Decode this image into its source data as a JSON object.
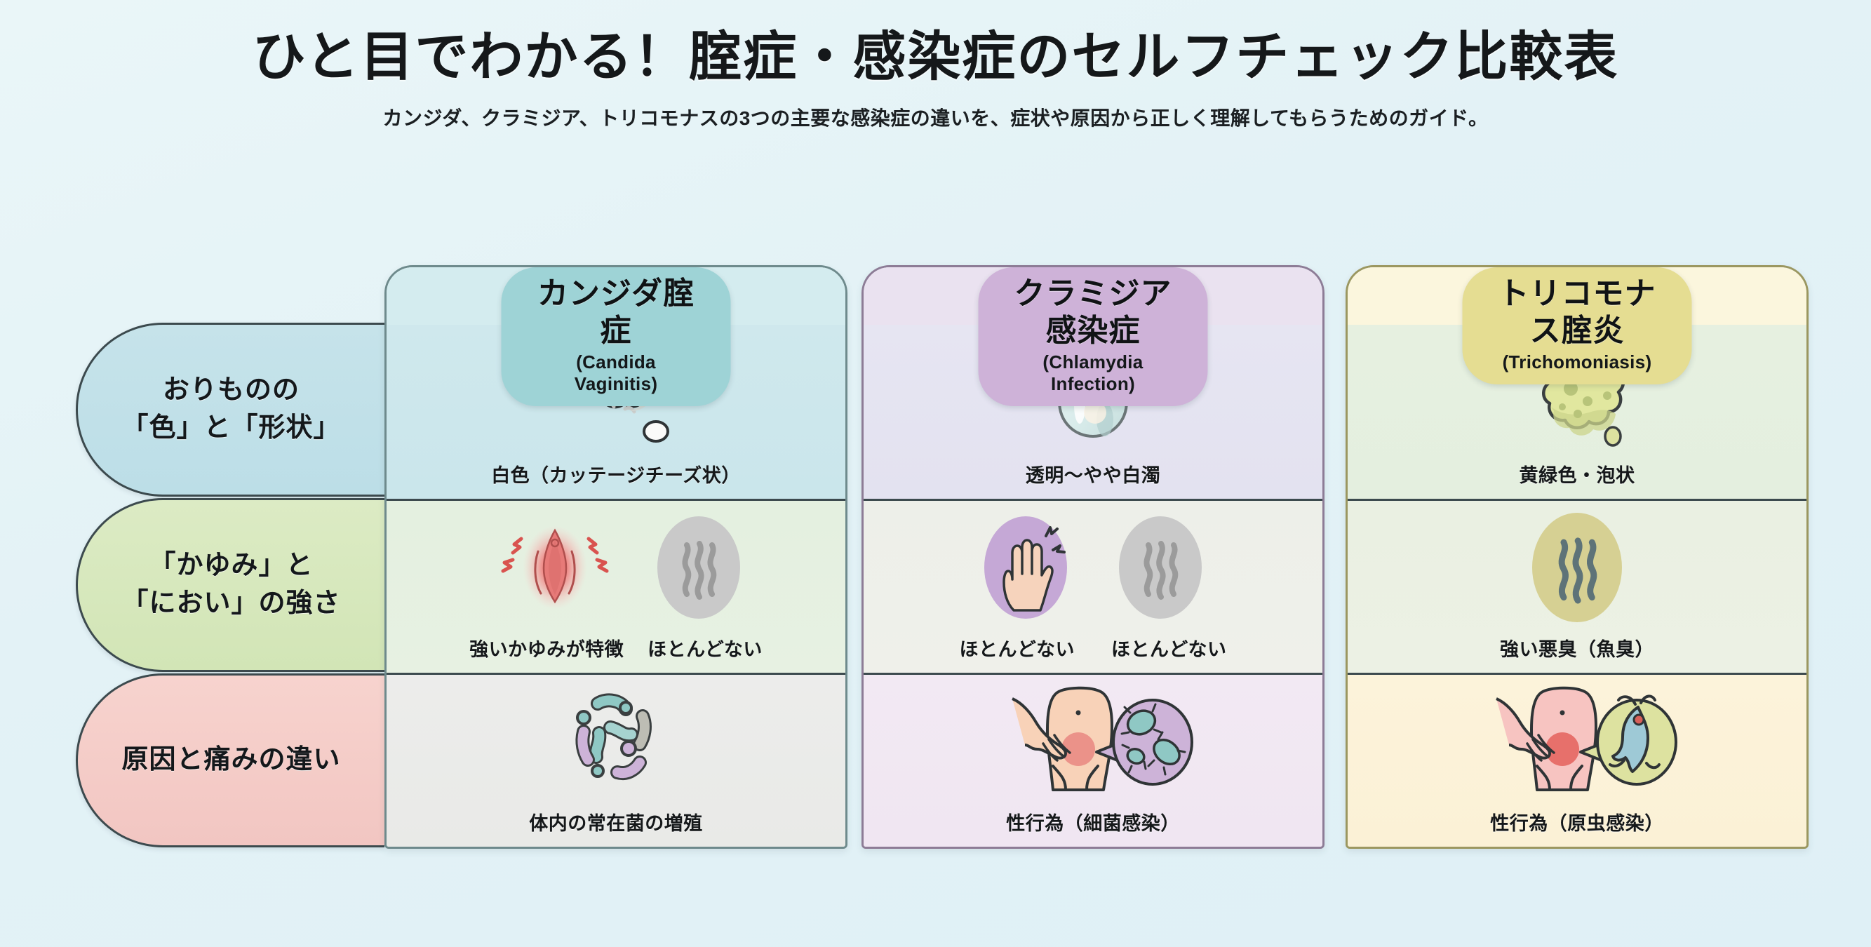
{
  "header": {
    "title": "ひと目でわかる！腟症・感染症のセルフチェック比較表",
    "subtitle": "カンジダ、クラミジア、トリコモナスの3つの主要な感染症の違いを、症状や原因から正しく理解してもらうためのガイド。"
  },
  "colors": {
    "background": "#e4f1f6",
    "candida_accent": "#9ed3d6",
    "chlamydia_accent": "#ceb2d8",
    "trichomonas_accent": "#e5dd92",
    "row1_label_bg": "#bfdfe6",
    "row2_label_bg": "#d6e6bd",
    "row3_label_bg": "#f4ccc8",
    "border": "#3c4a4e"
  },
  "rows": [
    {
      "id": "discharge",
      "label_line1": "おりものの",
      "label_line2": "「色」と「形状」"
    },
    {
      "id": "itch-odor",
      "label_line1": "「かゆみ」と",
      "label_line2": "「におい」の強さ"
    },
    {
      "id": "cause-pain",
      "label_line1": "原因と痛みの違い",
      "label_line2": ""
    }
  ],
  "columns": [
    {
      "id": "candida",
      "title_jp": "カンジダ腟症",
      "title_en": "(Candida Vaginitis)",
      "cells": [
        {
          "icons": [
            "cottage-cheese-clump-icon"
          ],
          "captions": [
            "白色（カッテージチーズ状）"
          ]
        },
        {
          "icons": [
            "irritated-vulva-icon",
            "odor-waves-icon"
          ],
          "captions": [
            "強いかゆみが特徴",
            "ほとんどない"
          ]
        },
        {
          "icons": [
            "bacteria-cluster-icon"
          ],
          "captions": [
            "体内の常在菌の増殖"
          ]
        }
      ]
    },
    {
      "id": "chlamydia",
      "title_jp": "クラミジア感染症",
      "title_en": "(Chlamydia Infection)",
      "cells": [
        {
          "icons": [
            "water-droplet-icon"
          ],
          "captions": [
            "透明〜やや白濁"
          ]
        },
        {
          "icons": [
            "hand-no-itch-icon",
            "odor-waves-icon"
          ],
          "captions": [
            "ほとんどない",
            "ほとんどない"
          ]
        },
        {
          "icons": [
            "pelvic-pain-bacteria-icon"
          ],
          "captions": [
            "性行為（細菌感染）"
          ]
        }
      ]
    },
    {
      "id": "trichomonas",
      "title_jp": "トリコモナス腟炎",
      "title_en": "(Trichomoniasis)",
      "cells": [
        {
          "icons": [
            "foamy-yellow-green-discharge-icon"
          ],
          "captions": [
            "黄緑色・泡状"
          ]
        },
        {
          "icons": [
            "odor-waves-icon"
          ],
          "captions": [
            "強い悪臭（魚臭）"
          ]
        },
        {
          "icons": [
            "pelvic-pain-protozoa-icon"
          ],
          "captions": [
            "性行為（原虫感染）"
          ]
        }
      ]
    }
  ]
}
